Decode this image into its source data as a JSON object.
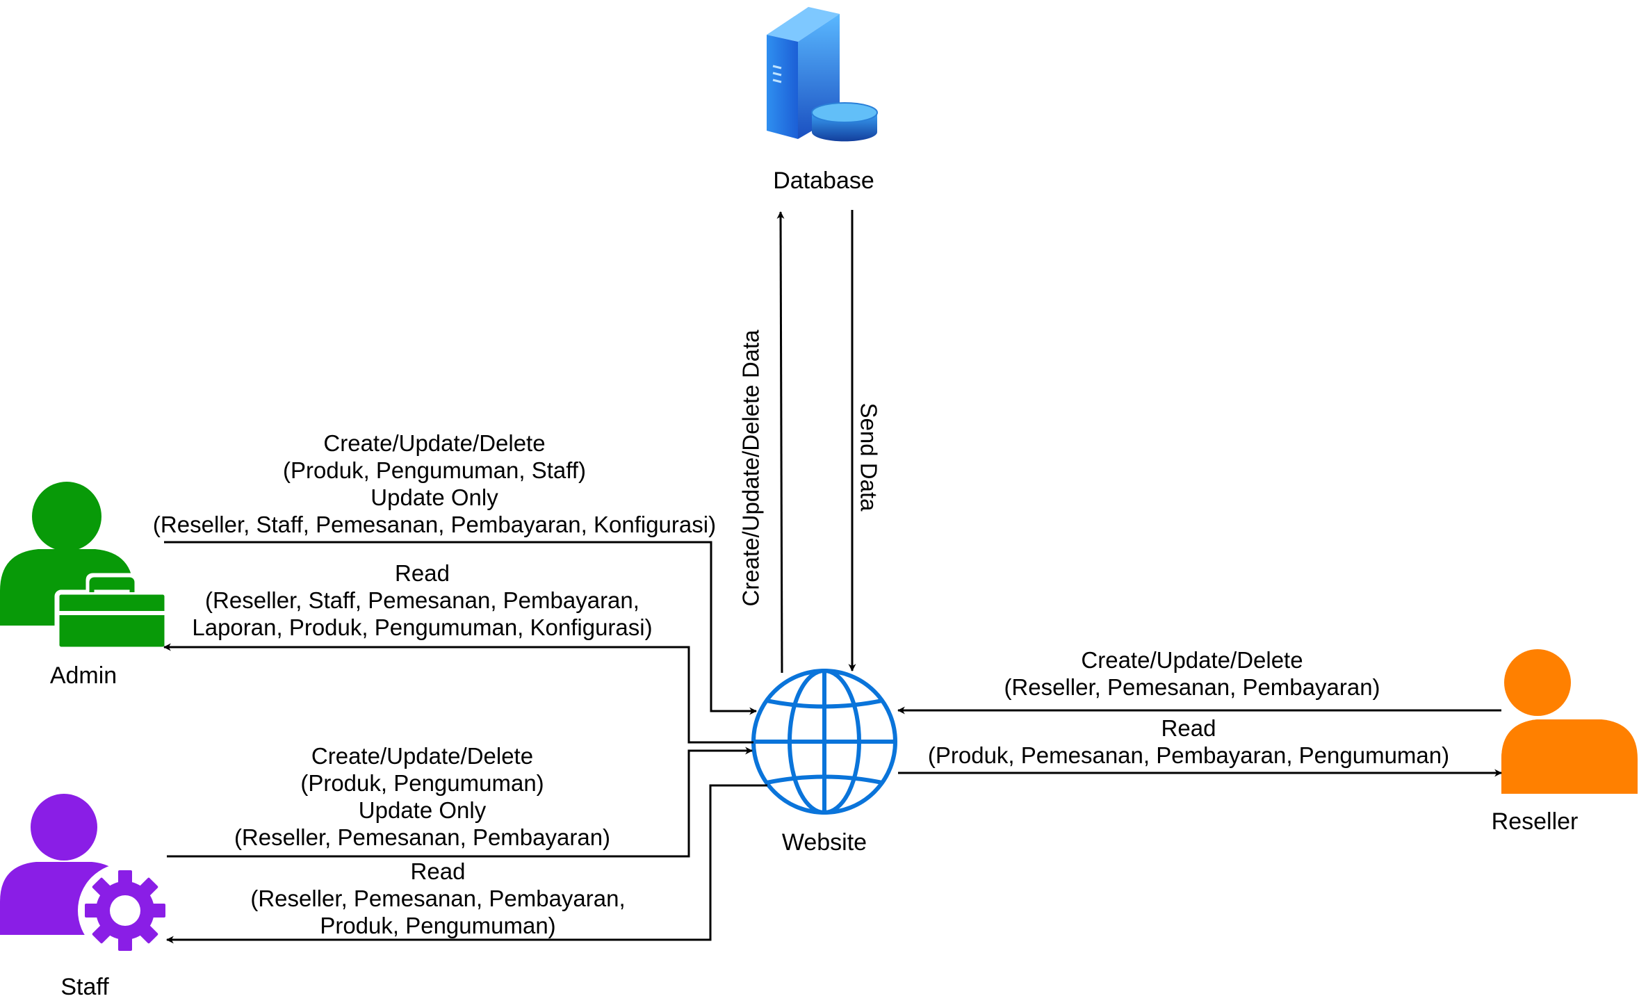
{
  "nodes": {
    "database": {
      "label": "Database",
      "icon": "server-database-icon",
      "color": "#1e88e5"
    },
    "website": {
      "label": "Website",
      "icon": "globe-icon",
      "color": "#0a74da"
    },
    "admin": {
      "label": "Admin",
      "icon": "user-briefcase-icon",
      "color": "#089a08"
    },
    "staff": {
      "label": "Staff",
      "icon": "user-gear-icon",
      "color": "#8a1ee6"
    },
    "reseller": {
      "label": "Reseller",
      "icon": "user-icon",
      "color": "#ff8000"
    }
  },
  "edges": {
    "admin_to_website": [
      "Create/Update/Delete",
      "(Produk, Pengumuman, Staff)",
      "Update Only",
      "(Reseller, Staff, Pemesanan, Pembayaran, Konfigurasi)"
    ],
    "website_to_admin": [
      "Read",
      "(Reseller, Staff, Pemesanan, Pembayaran,",
      "Laporan, Produk, Pengumuman, Konfigurasi)"
    ],
    "staff_to_website": [
      "Create/Update/Delete",
      "(Produk, Pengumuman)",
      "Update Only",
      "(Reseller, Pemesanan, Pembayaran)"
    ],
    "website_to_staff": [
      "Read",
      "(Reseller, Pemesanan, Pembayaran,",
      "Produk, Pengumuman)"
    ],
    "reseller_to_website": [
      "Create/Update/Delete",
      "(Reseller, Pemesanan, Pembayaran)"
    ],
    "website_to_reseller": [
      "Read",
      "(Produk, Pemesanan, Pembayaran, Pengumuman)"
    ],
    "website_to_database": "Create/Update/Delete Data",
    "database_to_website": "Send Data"
  }
}
